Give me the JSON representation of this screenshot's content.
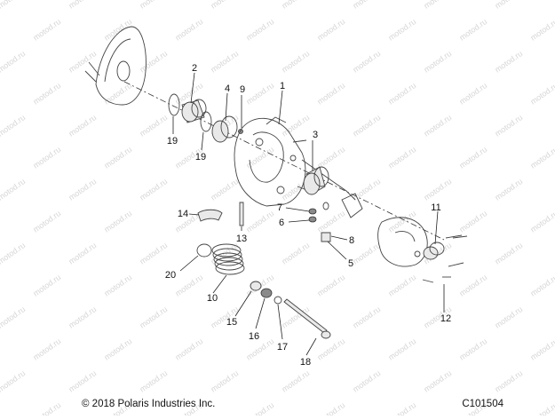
{
  "watermark": "motod.ru",
  "footer": {
    "copyright": "© 2018 Polaris Industries Inc.",
    "code": "C101504"
  },
  "callouts": [
    {
      "id": "1",
      "label": "1"
    },
    {
      "id": "2",
      "label": "2"
    },
    {
      "id": "3",
      "label": "3"
    },
    {
      "id": "4",
      "label": "4"
    },
    {
      "id": "5",
      "label": "5"
    },
    {
      "id": "6",
      "label": "6"
    },
    {
      "id": "7",
      "label": "7"
    },
    {
      "id": "8",
      "label": "8"
    },
    {
      "id": "9",
      "label": "9"
    },
    {
      "id": "10",
      "label": "10"
    },
    {
      "id": "11",
      "label": "11"
    },
    {
      "id": "12",
      "label": "12"
    },
    {
      "id": "13",
      "label": "13"
    },
    {
      "id": "14",
      "label": "14"
    },
    {
      "id": "15",
      "label": "15"
    },
    {
      "id": "16",
      "label": "16"
    },
    {
      "id": "17",
      "label": "17"
    },
    {
      "id": "18",
      "label": "18"
    },
    {
      "id": "19a",
      "label": "19"
    },
    {
      "id": "19b",
      "label": "19"
    },
    {
      "id": "20",
      "label": "20"
    }
  ]
}
